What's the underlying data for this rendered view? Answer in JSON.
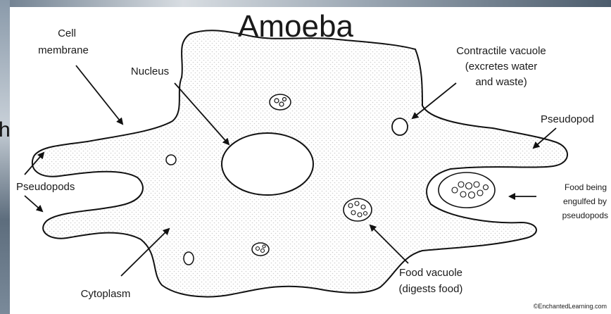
{
  "title": "Amoeba",
  "labels": {
    "cell_membrane_1": "Cell",
    "cell_membrane_2": "membrane",
    "nucleus": "Nucleus",
    "contractile_1": "Contractile vacuole",
    "contractile_2": "(excretes water",
    "contractile_3": "and waste)",
    "pseudopod": "Pseudopod",
    "pseudopods": "Pseudopods",
    "food_engulfed_1": "Food being",
    "food_engulfed_2": "engulfed by",
    "food_engulfed_3": "pseudopods",
    "food_vacuole_1": "Food vacuole",
    "food_vacuole_2": "(digests food)",
    "cytoplasm": "Cytoplasm",
    "credit": "©EnchantedLearning.com"
  },
  "background": {
    "left_letter": "h"
  },
  "colors": {
    "line": "#111111",
    "cytoplasm_dots": "#d6d6d6",
    "panel": "#ffffff"
  }
}
